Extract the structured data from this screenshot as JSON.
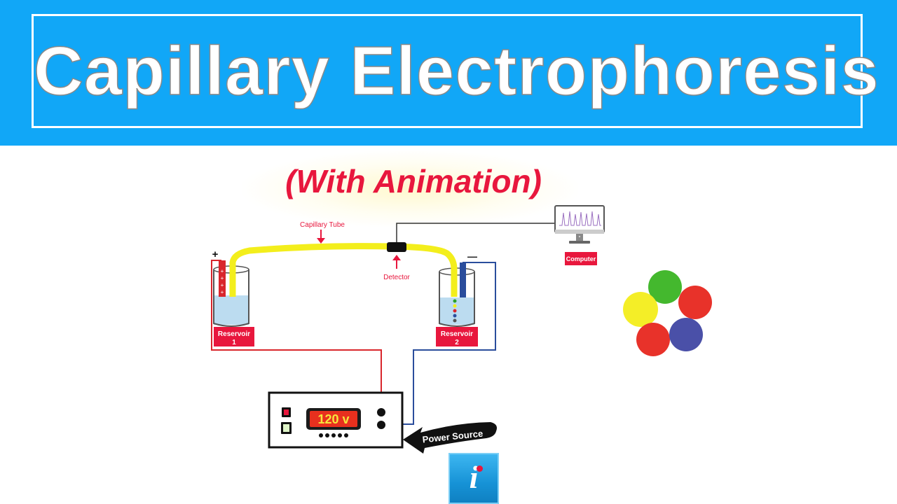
{
  "header": {
    "title": "Capillary Electrophoresis"
  },
  "subtitle": "(With Animation)",
  "diagram": {
    "labels": {
      "capillary_tube": "Capillary Tube",
      "detector": "Detector",
      "computer": "Computer",
      "reservoir_1_line1": "Reservoir",
      "reservoir_1_line2": "1",
      "reservoir_2_line1": "Reservoir",
      "reservoir_2_line2": "2",
      "power_source": "Power Source",
      "voltage_display": "120 v",
      "plus_sign": "+",
      "minus_sign": "—"
    },
    "colors": {
      "banner": "#11a7f7",
      "label_red": "#e8173d",
      "capillary_yellow": "#f3ee1c",
      "anode_wire": "#d9262c",
      "cathode_wire": "#2a4d9c",
      "buffer_blue": "#bcdcf0"
    },
    "particles": [
      "green",
      "red",
      "yellow",
      "red",
      "blue"
    ]
  },
  "info_button": {
    "glyph": "i"
  }
}
